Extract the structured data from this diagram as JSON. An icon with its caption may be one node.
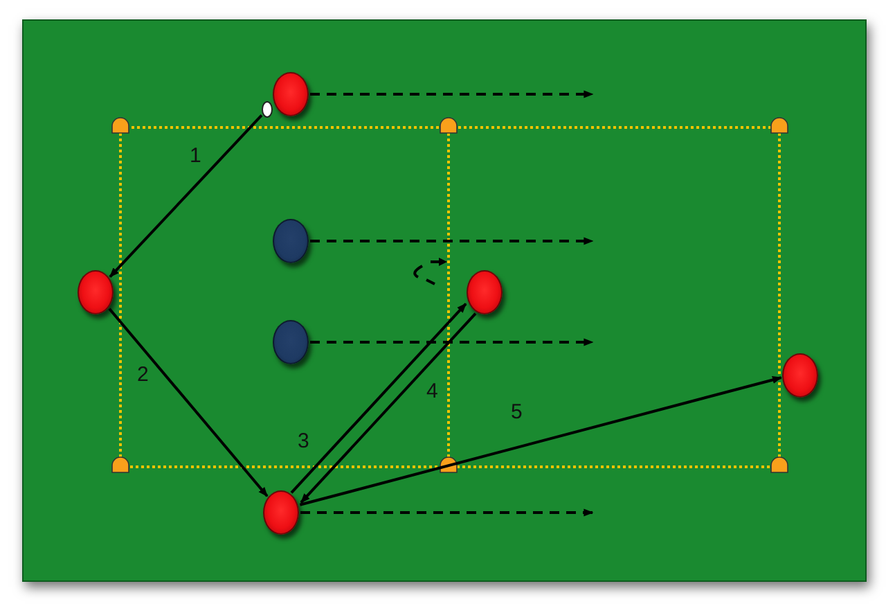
{
  "diagram": {
    "nodes": [
      {
        "text": [],
        "shape": "circle"
      },
      {
        "text": [],
        "shape": "circle"
      },
      {
        "text": [],
        "shape": "circle"
      },
      {
        "text": [],
        "shape": "circle"
      },
      {
        "text": [],
        "shape": "circle"
      },
      {
        "text": [],
        "shape": "circle"
      },
      {
        "text": [],
        "shape": "circle"
      },
      {
        "text": [],
        "shape": "circle"
      }
    ],
    "edges": [
      {
        "from": 1,
        "to": 3,
        "arrow": "to",
        "label": "1"
      },
      {
        "from": 3,
        "to": 7,
        "arrow": "to",
        "label": "2"
      },
      {
        "from": 7,
        "to": 4,
        "arrow": "to",
        "label": "3"
      },
      {
        "from": 4,
        "to": 7,
        "arrow": "to",
        "label": "4"
      },
      {
        "from": 7,
        "to": 6,
        "arrow": "to",
        "label": "5"
      },
      {
        "from": 0,
        "to": null,
        "arrow": "to",
        "style": "dashed"
      },
      {
        "from": 2,
        "to": null,
        "arrow": "to",
        "style": "dashed"
      },
      {
        "from": 5,
        "to": null,
        "arrow": "to",
        "style": "dashed"
      },
      {
        "from": 7,
        "to": null,
        "arrow": "to",
        "style": "dashed"
      }
    ]
  }
}
